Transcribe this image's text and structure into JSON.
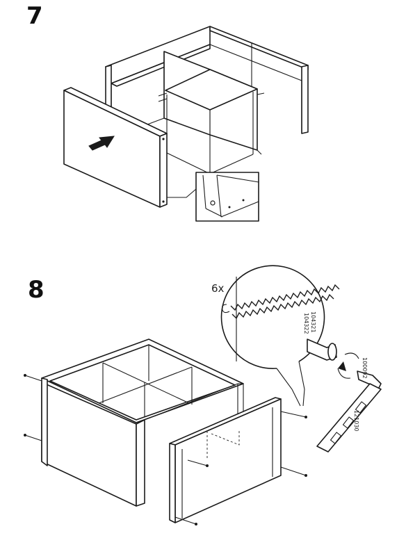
{
  "steps": [
    {
      "number": "7"
    },
    {
      "number": "8"
    }
  ],
  "detail": {
    "quantity": "6x",
    "screw_codes": [
      "104321",
      "104322"
    ],
    "key_code": "100092",
    "tool_code": "121030"
  }
}
